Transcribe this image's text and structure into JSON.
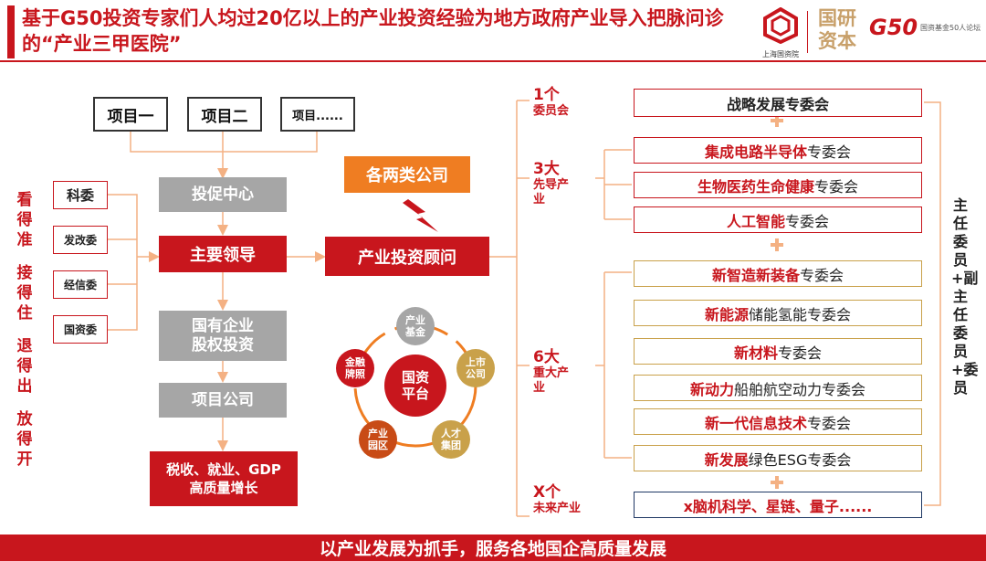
{
  "title": "基于G50投资专家们人均过20亿以上的产业投资经验为地方政府产业导入把脉问诊的“产业三甲医院”",
  "logos": {
    "shanghai_label": "上海国资院",
    "research_line1": "国研",
    "research_line2": "资本",
    "g50_mark": "G50",
    "g50_caption": "国资基金50人论坛"
  },
  "projects": [
    "项目一",
    "项目二",
    "项目......"
  ],
  "left_orgs": [
    "科委",
    "发改委",
    "经信委",
    "国资委"
  ],
  "left_side_text": [
    "看得准",
    "接得住",
    "退得出",
    "放得开"
  ],
  "flow": {
    "promo_center": "投促中心",
    "main_leader": "主要领导",
    "soe_equity": "国有企业股权投资",
    "project_company": "项目公司",
    "outcome": "税收、就业、GDP高质量增长"
  },
  "advisor": {
    "both_companies": "各两类公司",
    "industry_advisor": "产业投资顾问"
  },
  "platform": {
    "center": "国资平台",
    "nodes": [
      "产业基金",
      "上市公司",
      "人才集团",
      "产业园区",
      "金融牌照"
    ]
  },
  "categories": [
    {
      "num": "1个",
      "label": "委员会"
    },
    {
      "num": "3大",
      "label": "先导产业"
    },
    {
      "num": "6大",
      "label": "重大产业"
    },
    {
      "num": "X个",
      "label": "未来产业"
    }
  ],
  "committees": {
    "strategy": "战略发展专委会",
    "leading": [
      {
        "bold": "集成电路半导体",
        "rest": "专委会"
      },
      {
        "bold": "生物医药生命健康",
        "rest": "专委会"
      },
      {
        "bold": "人工智能",
        "rest": "专委会"
      }
    ],
    "major": [
      {
        "bold": "新智造新装备",
        "rest": "专委会"
      },
      {
        "bold": "新能源",
        "rest": "储能氢能专委会"
      },
      {
        "bold": "新材料",
        "rest": "专委会"
      },
      {
        "bold": "新动力",
        "rest": "船舶航空动力专委会"
      },
      {
        "bold": "新一代信息技术",
        "rest": "专委会"
      },
      {
        "bold": "新发展",
        "rest": "绿色ESG专委会"
      }
    ],
    "future": "x脑机科学、星链、量子......"
  },
  "right_side_text": "主任委员+副主任委员+委员",
  "footer": "以产业发展为抓手，服务各地国企高质量发展",
  "colors": {
    "red": "#c8161d",
    "orange": "#ef7d22",
    "gray": "#a6a6a6",
    "gold": "#c9a14a",
    "navy": "#1f3864"
  }
}
